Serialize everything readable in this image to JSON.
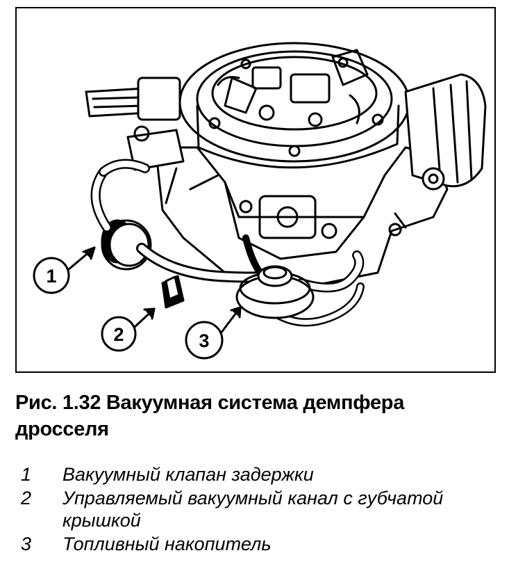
{
  "figure": {
    "callouts": [
      {
        "number": "1"
      },
      {
        "number": "2"
      },
      {
        "number": "3"
      }
    ]
  },
  "caption": {
    "text": "Рис. 1.32 Вакуумная система демпфера дросселя"
  },
  "legend": [
    {
      "number": "1",
      "text": "Вакуумный клапан задержки"
    },
    {
      "number": "2",
      "text": "Управляемый вакуумный канал с губчатой крышкой"
    },
    {
      "number": "3",
      "text": "Топливный накопитель"
    }
  ]
}
